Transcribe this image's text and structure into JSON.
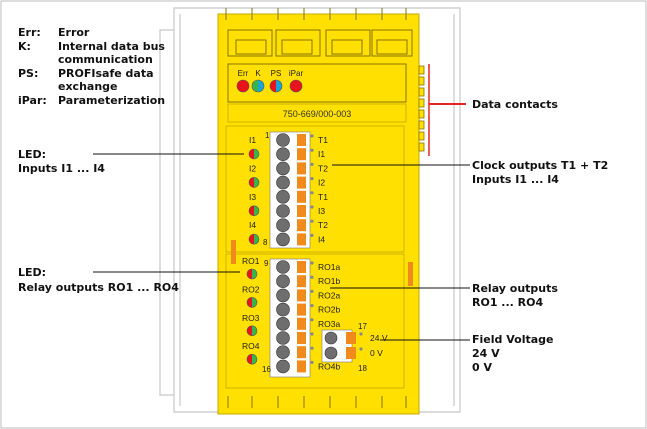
{
  "legend": [
    {
      "abbr": "Err:",
      "text": "Error"
    },
    {
      "abbr": "K:",
      "text": "Internal data bus"
    },
    {
      "abbr": "",
      "text": "communication"
    },
    {
      "abbr": "PS:",
      "text": "PROFIsafe data"
    },
    {
      "abbr": "",
      "text": "exchange"
    },
    {
      "abbr": "iPar:",
      "text": "Parameterization"
    }
  ],
  "left_labels": {
    "led_inputs": [
      "LED:",
      "Inputs I1 ... I4"
    ],
    "led_relay": [
      "LED:",
      "Relay outputs RO1 ... RO4"
    ]
  },
  "right_labels": {
    "data_contacts": "Data contacts",
    "clock_outputs": [
      "Clock outputs T1 + T2",
      "Inputs I1 ... I4"
    ],
    "relay_outputs": [
      "Relay outputs",
      "RO1 ... RO4"
    ],
    "field_voltage": [
      "Field Voltage",
      "24 V",
      "0 V"
    ]
  },
  "module": {
    "part_number": "750-669/000-003",
    "status_leds": [
      {
        "label": "Err",
        "color": "#e8131c"
      },
      {
        "label": "K",
        "color": "#e8131c"
      },
      {
        "label": "PS",
        "color": "#e8131c"
      },
      {
        "label": "iPar",
        "color": "#e8131c"
      }
    ],
    "input_leds": [
      "I1",
      "I2",
      "I3",
      "I4"
    ],
    "input_terminals": [
      "T1",
      "I1",
      "T2",
      "I2",
      "T1",
      "I3",
      "T2",
      "I4"
    ],
    "relay_leds": [
      "RO1",
      "RO2",
      "RO3",
      "RO4"
    ],
    "relay_terminals": [
      "RO1a",
      "RO1b",
      "RO2a",
      "RO2b",
      "RO3a",
      "",
      "",
      "RO4b"
    ],
    "supply_terminals": [
      "24 V",
      "0 V"
    ],
    "numbers": {
      "n1": "1",
      "n8": "8",
      "n9": "9",
      "n16": "16",
      "n17": "17",
      "n18": "18"
    }
  },
  "colors": {
    "module_yellow": "#ffe000",
    "edge": "#c5a800",
    "led_red": "#e8131c",
    "led_green": "#38b54a",
    "led_blue": "#19a5d6",
    "terminal_orange": "#f08a1c",
    "screw_gray": "#6e6e6e",
    "pointer_red": "#e52421"
  }
}
